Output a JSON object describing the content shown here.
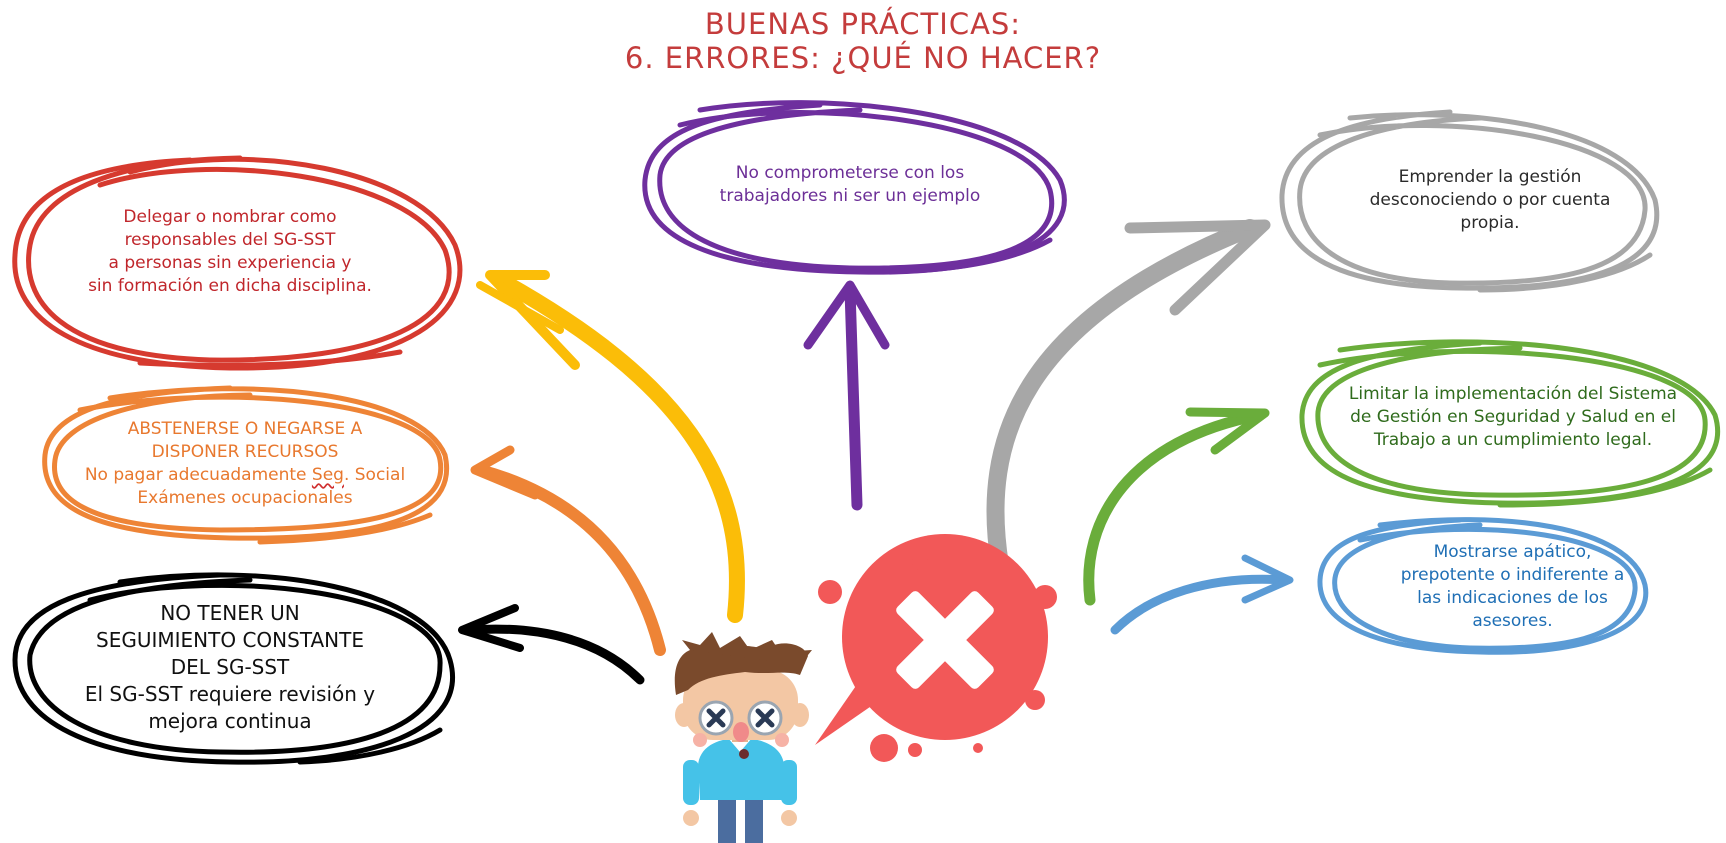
{
  "title": {
    "line1": "BUENAS PRÁCTICAS:",
    "line2": "6. ERRORES: ¿QUÉ NO HACER?"
  },
  "colors": {
    "title": "#c43c3c",
    "red": "#d63a2f",
    "orange": "#ee8436",
    "black": "#000000",
    "yellow": "#fbbd08",
    "purple": "#6e2f9e",
    "gray": "#a7a7a7",
    "green": "#6aad3b",
    "blue": "#5b9bd5",
    "x_bubble": "#f25858"
  },
  "bubbles": {
    "red": {
      "lines": [
        "Delegar o nombrar como",
        "responsables del SG-SST",
        "a personas sin experiencia y",
        "sin formación en dicha disciplina."
      ]
    },
    "orange": {
      "line1": "ABSTENERSE O NEGARSE A",
      "line2": "DISPONER RECURSOS",
      "line3_pre": "No pagar adecuadamente ",
      "line3_err": "Seg",
      "line3_post": ". Social",
      "line4": "Exámenes ocupacionales"
    },
    "black": {
      "lines": [
        "NO TENER UN",
        "SEGUIMIENTO CONSTANTE",
        "DEL SG-SST",
        "El SG-SST requiere revisión y",
        "mejora continua"
      ]
    },
    "purple": {
      "lines": [
        "No comprometerse con los",
        "trabajadores ni ser un ejemplo"
      ]
    },
    "gray": {
      "lines": [
        "Emprender la gestión",
        "desconociendo o por cuenta",
        "propia."
      ]
    },
    "green": {
      "lines": [
        "Limitar la implementación del Sistema",
        "de Gestión en Seguridad y Salud en el",
        "Trabajo a un cumplimiento legal."
      ]
    },
    "blue": {
      "lines": [
        "Mostrarse apático,",
        "prepotente o indiferente a",
        "las indicaciones de los",
        "asesores."
      ]
    }
  },
  "icons": {
    "character": "confused-character-icon",
    "x_bubble": "x-mark-speech-bubble-icon"
  }
}
